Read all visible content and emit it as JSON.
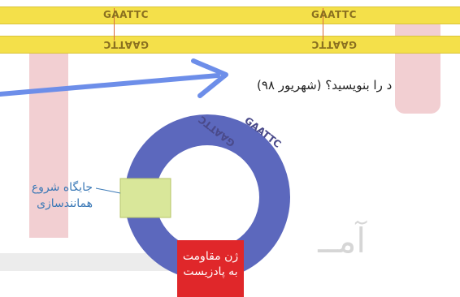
{
  "strips": {
    "top_sequences": [
      "GAATTC",
      "GAATTC"
    ],
    "bottom_sequences": [
      "GAATTC",
      "GAATTC"
    ]
  },
  "question_text": "د را بنویسید؟ (شهریور ۹۸)",
  "plasmid": {
    "site_top": "GAATTC",
    "site_bottom": "GAATTC",
    "origin_label": "جایگاه شروع همانندسازی",
    "resistance_label": "ژن مقاومت به پادزیست"
  },
  "colors": {
    "ring": "#5c68bd",
    "origin_box": "#d9e79a",
    "resistance_box": "#e0272a",
    "arrow": "#6d8ee9",
    "strip": "#f4e04a"
  },
  "icons": {
    "arrow": "right-arrow-icon"
  }
}
